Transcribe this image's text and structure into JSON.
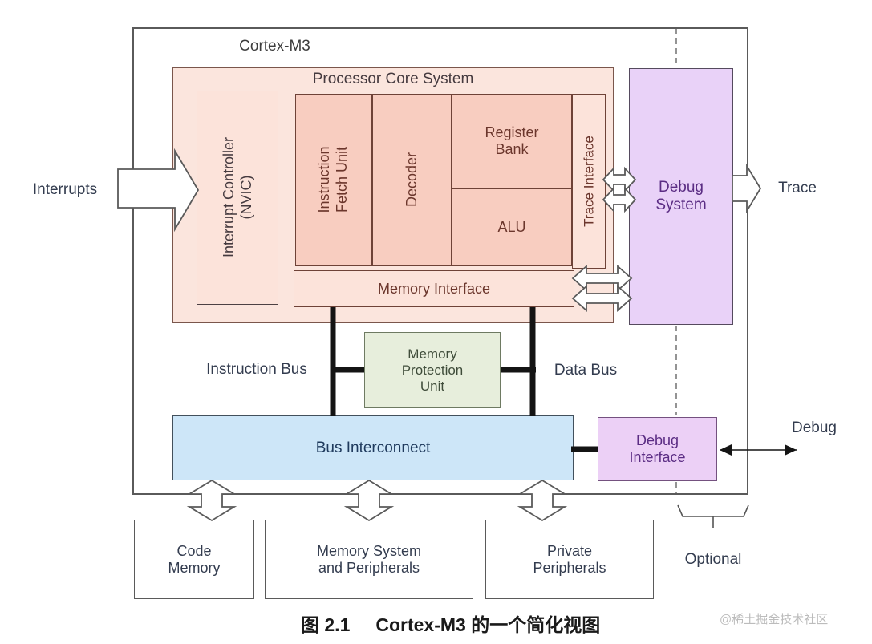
{
  "title": "Cortex-M3",
  "processor_core": {
    "title": "Processor Core System",
    "nvic": {
      "line1": "Interrupt Controller",
      "line2": "(NVIC)"
    },
    "ifu": {
      "line1": "Instruction",
      "line2": "Fetch Unit"
    },
    "decoder": "Decoder",
    "register_bank": {
      "line1": "Register",
      "line2": "Bank"
    },
    "alu": "ALU",
    "trace_interface": "Trace Interface",
    "memory_interface": "Memory Interface"
  },
  "debug_system": {
    "line1": "Debug",
    "line2": "System"
  },
  "mpu": {
    "line1": "Memory",
    "line2": "Protection",
    "line3": "Unit"
  },
  "bus_interconnect": "Bus Interconnect",
  "debug_interface": {
    "line1": "Debug",
    "line2": "Interface"
  },
  "external_labels": {
    "interrupts": "Interrupts",
    "trace": "Trace",
    "debug": "Debug",
    "instruction_bus": "Instruction Bus",
    "data_bus": "Data Bus",
    "optional": "Optional"
  },
  "bottom_boxes": [
    {
      "line1": "Code",
      "line2": "Memory"
    },
    {
      "line1": "Memory System",
      "line2": "and Peripherals"
    },
    {
      "line1": "Private",
      "line2": "Peripherals"
    }
  ],
  "caption": {
    "figure_label": "图 2.1",
    "text": "Cortex-M3 的一个简化视图"
  },
  "watermark": "@稀土掘金技术社区",
  "colors": {
    "core_bg": "#fbe5dd",
    "core_border": "#7a564c",
    "pink_light": "#fce3da",
    "salmon": "#f8cdc0",
    "salmon_border": "#6e4237",
    "purple_fill": "#e9d2f8",
    "purple_border": "#554a5e",
    "purple2_fill": "#ecd0f6",
    "purple2_border": "#74517f",
    "purple_text": "#5b2d84",
    "green_fill": "#e7eedc",
    "green_border": "#6e7a62",
    "green_text": "#3f4c3a",
    "blue_fill": "#cde6f8",
    "blue_border": "#42505c",
    "blue_text": "#1f3a5d",
    "red_text": "#6b362c",
    "gray_border": "#5a5a5a",
    "label_text": "#333c4f",
    "dark_text": "#453a3f",
    "title_text": "#3d3d3d",
    "black_line": "#141414",
    "caption_text": "#1a1a1a",
    "watermark_text": "#bcbcbc"
  }
}
